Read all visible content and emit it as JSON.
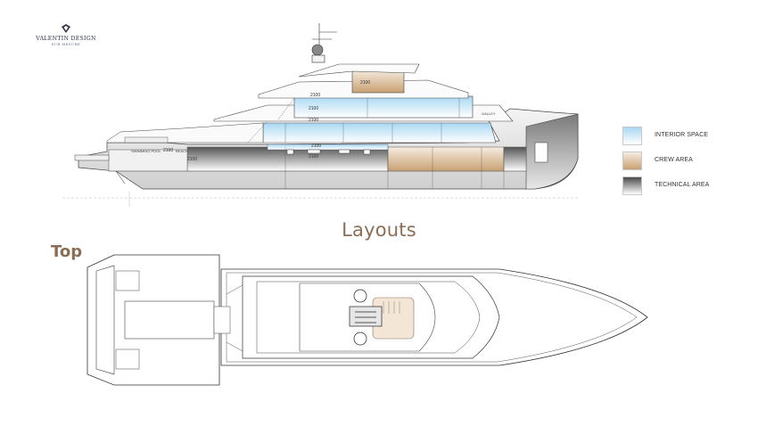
{
  "brand": {
    "name": "VALENTIN DESIGN",
    "tagline": "SUR MESURE"
  },
  "profile": {
    "room_labels": [
      "SWIMMING POOL",
      "BEACH",
      "GALLEY"
    ],
    "dimensions": [
      "2100",
      "2100",
      "2100",
      "2100",
      "2100",
      "2100",
      "2100",
      "2100"
    ]
  },
  "legend": {
    "items": [
      {
        "label": "INTERIOR SPACE",
        "color": "#bfe3f7"
      },
      {
        "label": "CREW AREA",
        "color": "#c9a173"
      },
      {
        "label": "TECHNICAL AREA",
        "color": "#4a4a4a"
      }
    ]
  },
  "section_title": "Layouts",
  "view_label": "Top",
  "colors": {
    "accent": "#8c6e57",
    "interior": "#bfe3f7",
    "crew": "#c9a173",
    "technical": "#4a4a4a"
  }
}
